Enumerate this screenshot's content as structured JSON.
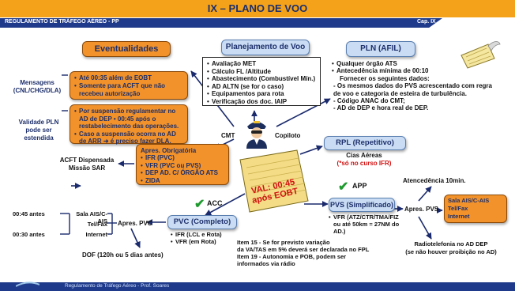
{
  "header": {
    "title": "IX – PLANO DE VOO",
    "subtitle": "REGULAMENTO DE TRÁFEGO AÉREO - PP",
    "chapter": "Cap. IX"
  },
  "footer": {
    "text": "Regulamento de Tráfego Aéreo - Prof. Soares"
  },
  "eventualidades": {
    "title": "Eventualidades",
    "mensagens_label": [
      "Mensagens",
      "(CNL/CHG/DLA)"
    ],
    "mensagens_items": [
      "Até 00:35 além de EOBT",
      "Somente para ACFT que não recebeu autorização"
    ],
    "validade_label": [
      "Validade PLN",
      "pode ser",
      "estendida"
    ],
    "validade_items": [
      "Por suspensão regulamentar no AD de DEP • 00:45 após o restabelecimento das operações.",
      "Caso a suspensão ocorra no AD de ARR",
      "é preciso fazer DLA."
    ]
  },
  "planejamento": {
    "title": "Planejamento de Voo",
    "items": [
      "Avaliação MET",
      "Cálculo FL /Altitude",
      "Abastecimento (Combustível Mín.)",
      "AD ALTN (se for o caso)",
      "Equipamentos para rota",
      "Verificação dos doc. IAIP"
    ]
  },
  "pln_afil": {
    "title": "PLN (AFIL)",
    "items": [
      "Qualquer órgão ATS",
      "Antecedência mínima de 00:10"
    ],
    "fornecer": "Fornecer os seguintes dados:",
    "sub": [
      "Os mesmos dados do PVS acrescentado com regra de voo e categoria de esteira de turbulência.",
      "Código ANAC do CMT;",
      "AD de DEP e hora real de DEP."
    ]
  },
  "crew": {
    "cmt": "CMT",
    "copiloto": "Copiloto"
  },
  "apres_obrig": {
    "title": "Apres. Obrigatória",
    "items": [
      "IFR (PVC)",
      "VFR (PVC ou PVS)",
      "DEP AD. C/ ÓRGÃO ATS",
      "ZIDA"
    ]
  },
  "acft_dispensada": [
    "ACFT Dispensada",
    "Missão SAR"
  ],
  "rpl": {
    "title": "RPL (Repetitivo)",
    "line1": "Cias Aéreas",
    "line2": "(*só no curso IFR)"
  },
  "val": [
    "VAL: 00:45",
    "após EOBT"
  ],
  "acc": "ACC",
  "app": "APP",
  "pvc": {
    "title": "PVC (Completo)",
    "items": [
      "IFR (LCL e Rota)",
      "VFR (em Rota)"
    ]
  },
  "pvs": {
    "title": "PVS (Simplificado)",
    "items": [
      "VFR (ATZ/CTR/TMA/FIZ ou até 50km = 27NM do AD.)"
    ]
  },
  "apres_pvc": {
    "label": "Apres. PVC",
    "rows": [
      {
        "left": "00:45 antes",
        "right": "Sala AIS/C-AIS"
      },
      {
        "left": "",
        "right": "Tel/Fax"
      },
      {
        "left": "00:30 antes",
        "right": "Internet"
      }
    ],
    "dof": "DOF (120h ou 5 dias antes)"
  },
  "apres_pvs": {
    "label": "Apres. PVS",
    "antecedencia": "Atencedência 10min.",
    "box": [
      "Sala AIS/C-AIS",
      "Tel/Fax",
      "Internet"
    ],
    "radio": [
      "Radiotelefonia no AD DEP",
      "(se não houver proibição no AD)"
    ]
  },
  "item_notes": [
    "Item 15 - Se for previsto variação",
    "da VA/TAS em 5% deverá ser declarada no FPL",
    "Item 19 - Autonomia e POB, podem ser",
    "informados via rádio"
  ],
  "colors": {
    "header": "#f4a21a",
    "orange": "#f2922a",
    "blue_box": "#c9dcf3",
    "blue_title": "#1e3a8a",
    "red": "#d11111",
    "check": "#1f9a2f"
  }
}
